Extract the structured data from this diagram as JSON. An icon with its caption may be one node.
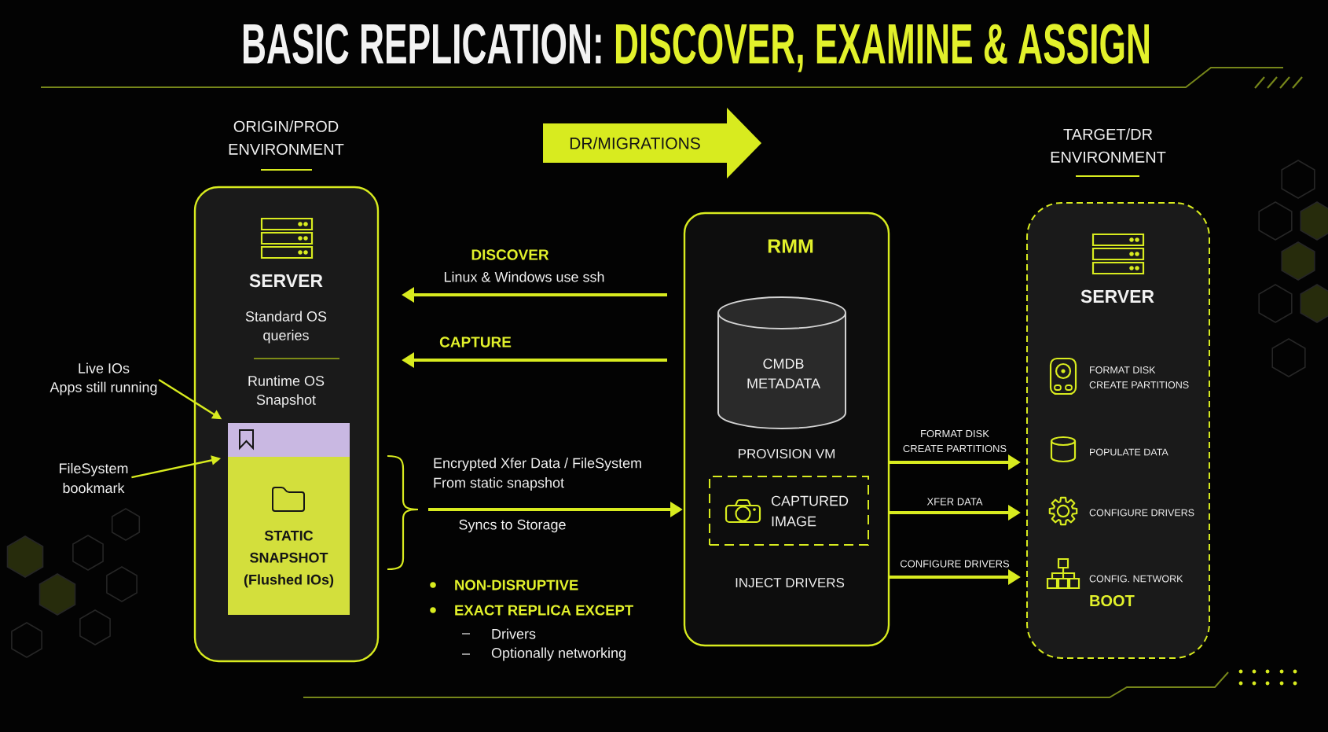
{
  "diagram": {
    "title": "BASIC REPLICATION: DISCOVER, EXAMINE & ASSIGN",
    "nodes": [
      {
        "text": [
          "ORIGIN/PROD ENVIRONMENT",
          "SERVER",
          "Standard OS queries",
          "Runtime OS Snapshot"
        ]
      },
      {
        "text": [],
        "shape": "box",
        "in": 0
      },
      {
        "text": [
          "STATIC SNAPSHOT (Flushed IOs)"
        ],
        "in": 0
      },
      {
        "text": [
          "Live IOs",
          "Apps still running"
        ]
      },
      {
        "text": [
          "FileSystem bookmark"
        ]
      },
      {
        "text": [
          "DR/MIGRATIONS"
        ]
      },
      {
        "text": [
          "RMM",
          "PROVISION VM",
          "INJECT DRIVERS"
        ]
      },
      {
        "text": [
          "CMDB METADATA"
        ],
        "in": 6
      },
      {
        "text": [
          "CAPTURED IMAGE"
        ],
        "in": 6
      },
      {
        "text": [
          "TARGET/DR ENVIRONMENT",
          "SERVER",
          "FORMAT DISK CREATE PARTITIONS",
          "POPULATE DATA",
          "CONFIGURE DRIVERS",
          "CONFIG. NETWORK",
          "BOOT"
        ]
      }
    ],
    "edges": [
      {
        "from": 6,
        "to": 0,
        "arrow": "to",
        "label": "DISCOVER"
      },
      {
        "from": 6,
        "to": 0,
        "arrow": "to",
        "label": "CAPTURE"
      },
      {
        "from": 2,
        "to": 6,
        "arrow": "to",
        "label": "Encrypted Xfer Data / FileSystem From static snapshot"
      },
      {
        "from": 6,
        "to": 9,
        "arrow": "to",
        "label": "FORMAT DISK CREATE PARTITIONS"
      },
      {
        "from": 6,
        "to": 9,
        "arrow": "to",
        "label": "XFER DATA"
      },
      {
        "from": 6,
        "to": 9,
        "arrow": "to",
        "label": "CONFIGURE DRIVERS"
      },
      {
        "from": 3,
        "to": 1,
        "arrow": "to"
      },
      {
        "from": 4,
        "to": 1,
        "arrow": "to"
      }
    ],
    "labels": [
      "Linux & Windows use ssh",
      "Syncs to Storage",
      "NON-DISRUPTIVE",
      "EXACT REPLICA EXCEPT",
      "Drivers",
      "Optionally networking"
    ]
  }
}
